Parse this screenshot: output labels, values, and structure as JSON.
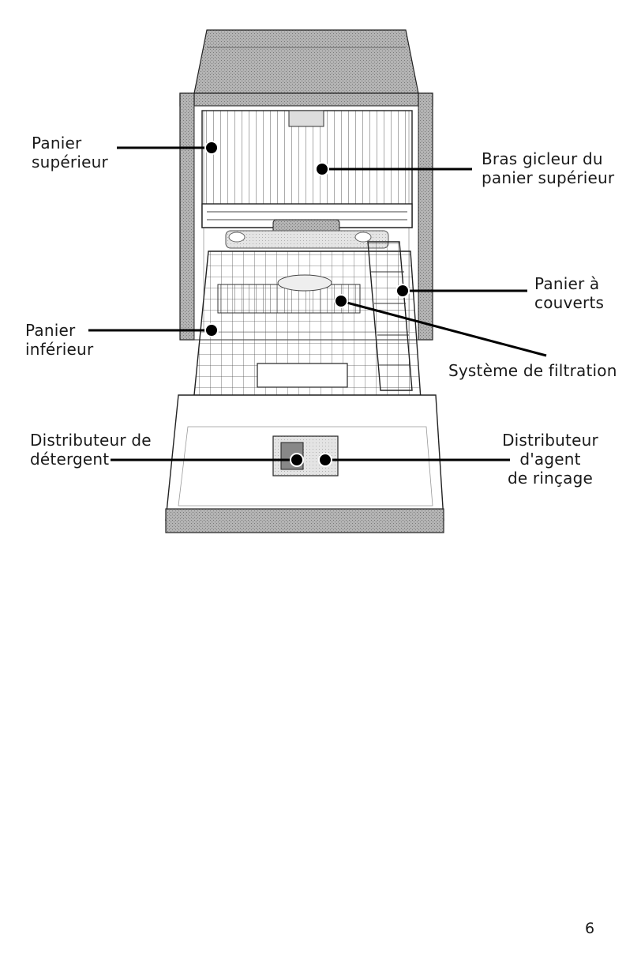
{
  "labels": {
    "upper_rack": [
      "Panier",
      "supérieur"
    ],
    "upper_spray_arm": [
      "Bras gicleur du",
      "panier supérieur"
    ],
    "silverware_basket": [
      "Panier à",
      "couverts"
    ],
    "lower_rack": [
      "Panier",
      "inférieur"
    ],
    "filtration": [
      "Système de filtration"
    ],
    "detergent_dispenser": [
      "Distributeur de",
      "détergent"
    ],
    "rinse_aid_dispenser": [
      "Distributeur",
      "d'agent",
      "de rinçage"
    ]
  },
  "page_number": "6",
  "colors": {
    "line": "#000000",
    "metal": "#9a9a9a",
    "metal_light": "#d6d6d6",
    "text": "#1a1a1a"
  }
}
